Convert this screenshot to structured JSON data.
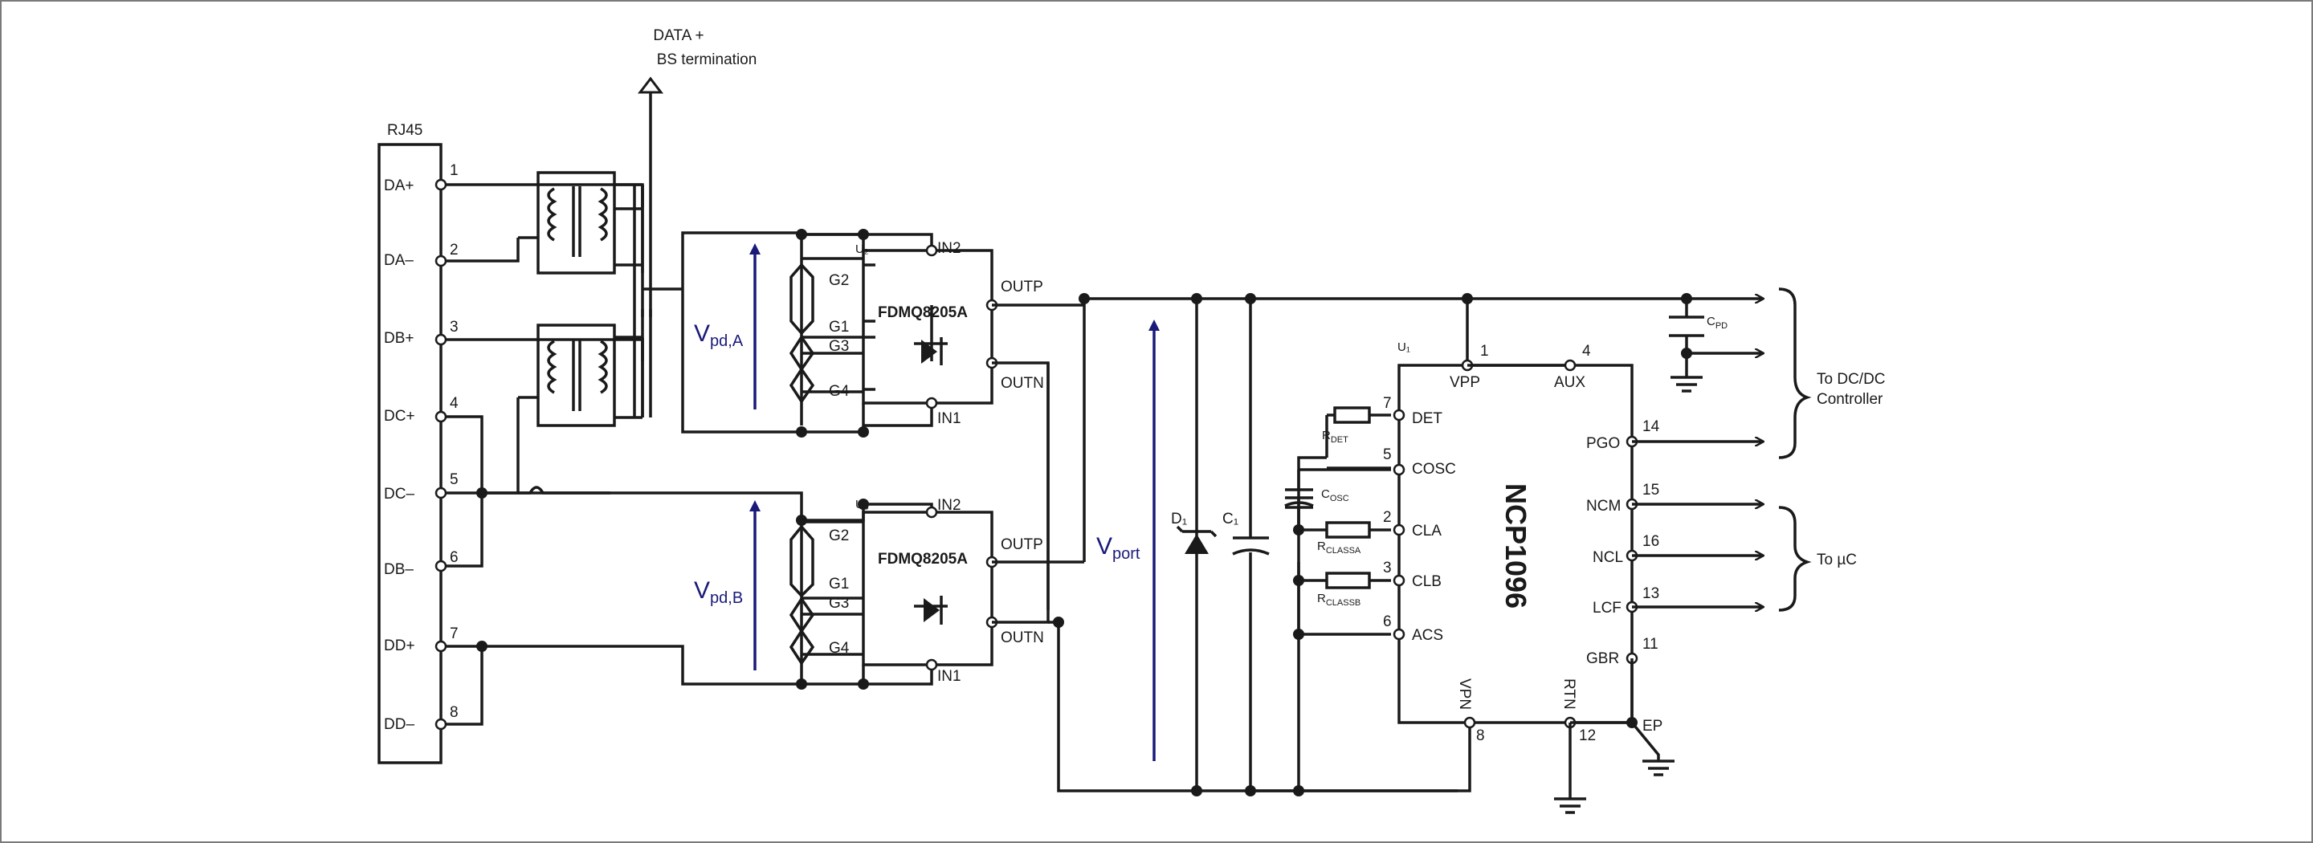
{
  "labels": {
    "data_bs": "DATA +",
    "bs_term": "BS termination",
    "rj45": "RJ45",
    "u2": "U₂",
    "u3": "U₃",
    "u1": "U₁",
    "fdmq": "FDMQ8205A",
    "vpda": "V",
    "vpda_sub": "pd,A",
    "vpdb": "V",
    "vpdb_sub": "pd,B",
    "vport": "V",
    "vport_sub": "port",
    "d1": "D₁",
    "c1": "C₁",
    "cpd": "C",
    "cpd_sub": "PD",
    "rdet": "R",
    "rdet_sub": "DET",
    "cosc": "C",
    "cosc_sub": "OSC",
    "rclassa": "R",
    "rclassa_sub": "CLASSA",
    "rclassb": "R",
    "rclassb_sub": "CLASSB",
    "ncp": "NCP1096",
    "to_dcdc_1": "To DC/DC",
    "to_dcdc_2": "Controller",
    "to_uc": "To µC",
    "ep": "EP"
  },
  "rj45_pins": [
    {
      "num": "1",
      "name": "DA+"
    },
    {
      "num": "2",
      "name": "DA–"
    },
    {
      "num": "3",
      "name": "DB+"
    },
    {
      "num": "4",
      "name": "DC+"
    },
    {
      "num": "5",
      "name": "DC–"
    },
    {
      "num": "6",
      "name": "DB–"
    },
    {
      "num": "7",
      "name": "DD+"
    },
    {
      "num": "8",
      "name": "DD–"
    }
  ],
  "fdmq_pins": {
    "in2": "IN2",
    "in1": "IN1",
    "outp": "OUTP",
    "outn": "OUTN",
    "g1": "G1",
    "g2": "G2",
    "g3": "G3",
    "g4": "G4"
  },
  "ncp_pins": {
    "det": {
      "num": "7",
      "name": "DET"
    },
    "cosc": {
      "num": "5",
      "name": "COSC"
    },
    "cla": {
      "num": "2",
      "name": "CLA"
    },
    "clb": {
      "num": "3",
      "name": "CLB"
    },
    "acs": {
      "num": "6",
      "name": "ACS"
    },
    "vpp": {
      "num": "1",
      "name": "VPP"
    },
    "aux": {
      "num": "4",
      "name": "AUX"
    },
    "pgo": {
      "num": "14",
      "name": "PGO"
    },
    "ncm": {
      "num": "15",
      "name": "NCM"
    },
    "ncl": {
      "num": "16",
      "name": "NCL"
    },
    "lcf": {
      "num": "13",
      "name": "LCF"
    },
    "gbr": {
      "num": "11",
      "name": "GBR"
    },
    "vpn": {
      "num": "8",
      "name": "VPN"
    },
    "rtn": {
      "num": "12",
      "name": "RTN"
    }
  }
}
